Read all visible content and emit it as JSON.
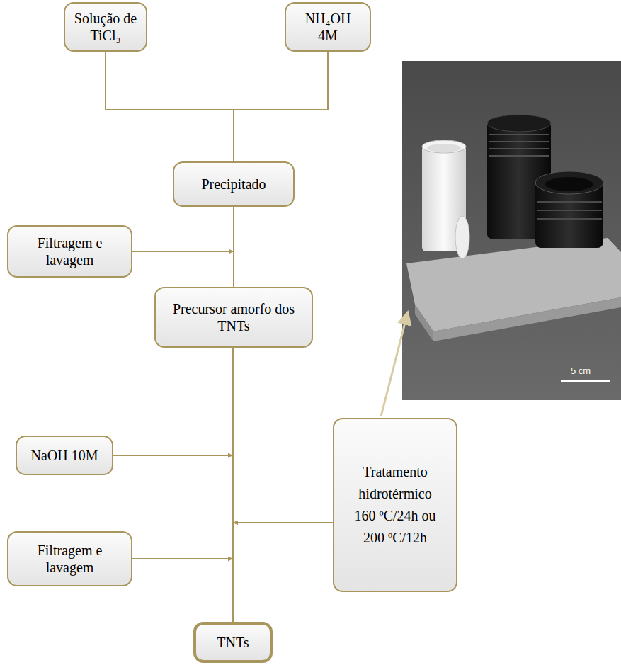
{
  "diagram": {
    "nodes": [
      {
        "text": [
          "Solução de TiCl₃"
        ]
      },
      {
        "text": [
          "NH₄OH 4M"
        ]
      },
      {
        "text": [
          "Precipitado"
        ]
      },
      {
        "text": [
          "Filtragem e lavagem"
        ]
      },
      {
        "text": [
          "Precursor amorfo dos TNTs"
        ]
      },
      {
        "text": [
          "NaOH 10M"
        ]
      },
      {
        "text": [
          "Tratamento hidrotérmico 160 ºC/24h ou 200 ºC/12h"
        ]
      },
      {
        "text": [
          "Filtragem e lavagem"
        ]
      },
      {
        "text": [
          "TNTs"
        ]
      }
    ],
    "edges": [
      {
        "from": 0,
        "to": 2,
        "arrow": "none"
      },
      {
        "from": 1,
        "to": 2,
        "arrow": "none"
      },
      {
        "from": 2,
        "to": 4,
        "arrow": "none"
      },
      {
        "from": 3,
        "to": 4,
        "arrow": "to"
      },
      {
        "from": 4,
        "to": 8,
        "arrow": "none"
      },
      {
        "from": 5,
        "to": 8,
        "arrow": "to"
      },
      {
        "from": 6,
        "to": 8,
        "arrow": "to"
      },
      {
        "from": 7,
        "to": 8,
        "arrow": "to"
      }
    ],
    "labels": [
      "5 cm"
    ]
  }
}
